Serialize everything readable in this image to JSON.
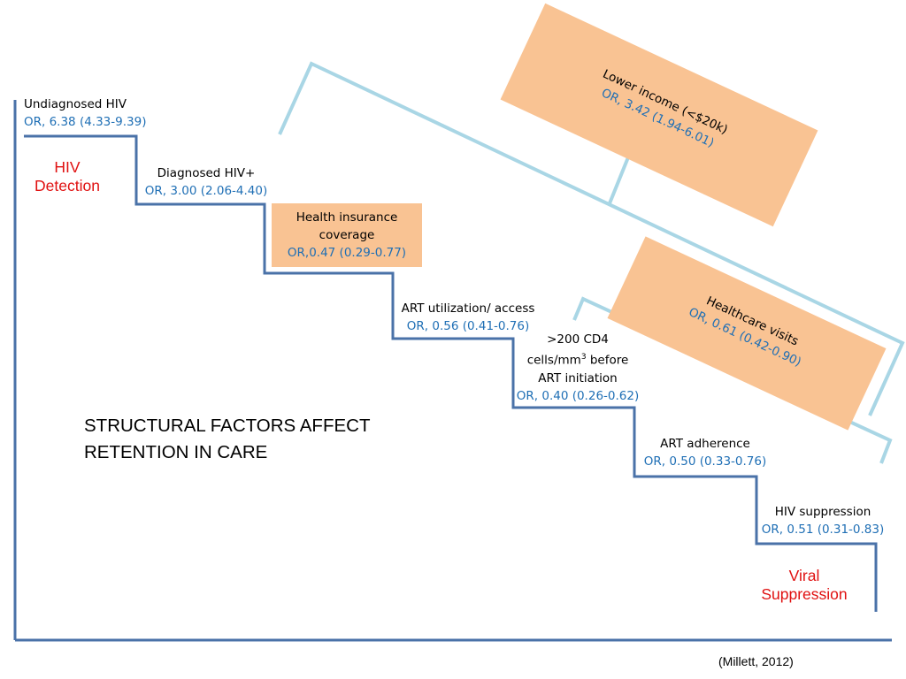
{
  "title_line1": "STRUCTURAL FACTORS AFFECT",
  "title_line2": "RETENTION IN CARE",
  "citation": "(Millett, 2012)",
  "stage_start": {
    "line1": "HIV",
    "line2": "Detection"
  },
  "stage_end": {
    "line1": "Viral",
    "line2": "Suppression"
  },
  "steps": [
    {
      "name": "Undiagnosed HIV",
      "or": "OR, 6.38 (4.33-9.39)"
    },
    {
      "name": "Diagnosed HIV+",
      "or": "OR, 3.00 (2.06-4.40)"
    },
    {
      "name_line1": "Health insurance",
      "name_line2": "coverage",
      "or": "OR,0.47 (0.29-0.77)"
    },
    {
      "name": "ART utilization/ access",
      "or": "OR, 0.56 (0.41-0.76)"
    },
    {
      "name_line1": ">200 CD4",
      "name_line2a": "cells/mm",
      "name_sup": "3",
      "name_line2b": " before",
      "name_line3": "ART initiation",
      "or": "OR, 0.40 (0.26-0.62)"
    },
    {
      "name": "ART adherence",
      "or": "OR, 0.50 (0.33-0.76)"
    },
    {
      "name": "HIV suppression",
      "or": "OR, 0.51 (0.31-0.83)"
    }
  ],
  "factors": [
    {
      "name": "Lower income (<$20k)",
      "or": "OR, 3.42 (1.94-6.01)"
    },
    {
      "name": "Healthcare visits",
      "or": "OR, 0.61 (0.42-0.90)"
    }
  ],
  "colors": {
    "staircase": "#4a72a8",
    "bracket": "#a9d6e5",
    "factor_box": "#f9c393",
    "or_text": "#1f6fb5",
    "stage_text": "#e01010"
  }
}
